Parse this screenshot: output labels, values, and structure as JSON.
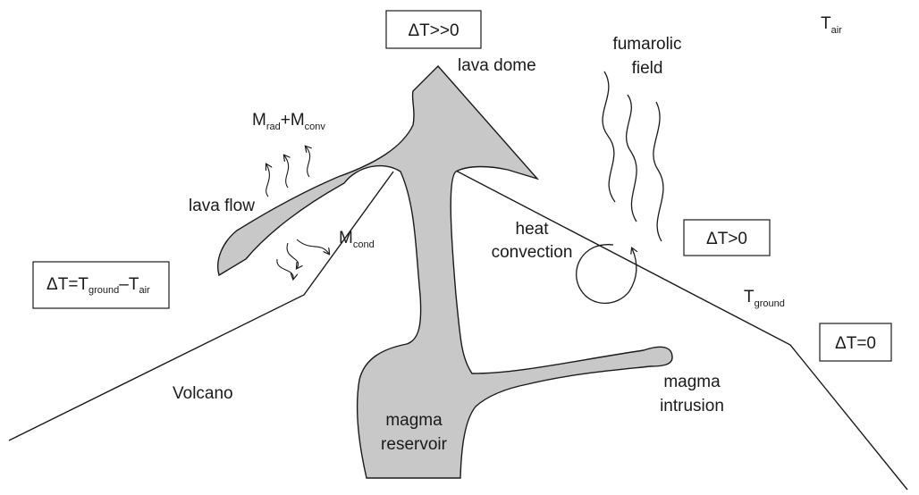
{
  "colors": {
    "ink": "#1a1a1a",
    "magma_fill": "#c8c8c8",
    "box_stroke": "#1a1a1a"
  },
  "boxes": {
    "summit": {
      "delta": "ΔT",
      "rest": ">>0"
    },
    "slope": {
      "delta": "ΔT",
      "rest": ">0"
    },
    "base": {
      "delta": "ΔT",
      "rest": "=0"
    },
    "definition": {
      "delta": "ΔT",
      "eq": "=T",
      "ground_sub": "ground",
      "minus": "–T",
      "air_sub": "air"
    }
  },
  "labels": {
    "t_air": {
      "main": "T",
      "sub": "air"
    },
    "t_ground": {
      "main": "T",
      "sub": "ground"
    },
    "lava_dome": "lava dome",
    "fumarolic_line1": "fumarolic",
    "fumarolic_line2": "field",
    "m_rad": {
      "main": "M",
      "sub": "rad"
    },
    "plus": "+",
    "m_conv": {
      "main": "M",
      "sub": "conv"
    },
    "lava_flow": "lava flow",
    "m_cond": {
      "main": "M",
      "sub": "cond"
    },
    "heat_convection_line1": "heat",
    "heat_convection_line2": "convection",
    "volcano": "Volcano",
    "magma_reservoir_line1": "magma",
    "magma_reservoir_line2": "reservoir",
    "magma_intrusion_line1": "magma",
    "magma_intrusion_line2": "intrusion"
  }
}
